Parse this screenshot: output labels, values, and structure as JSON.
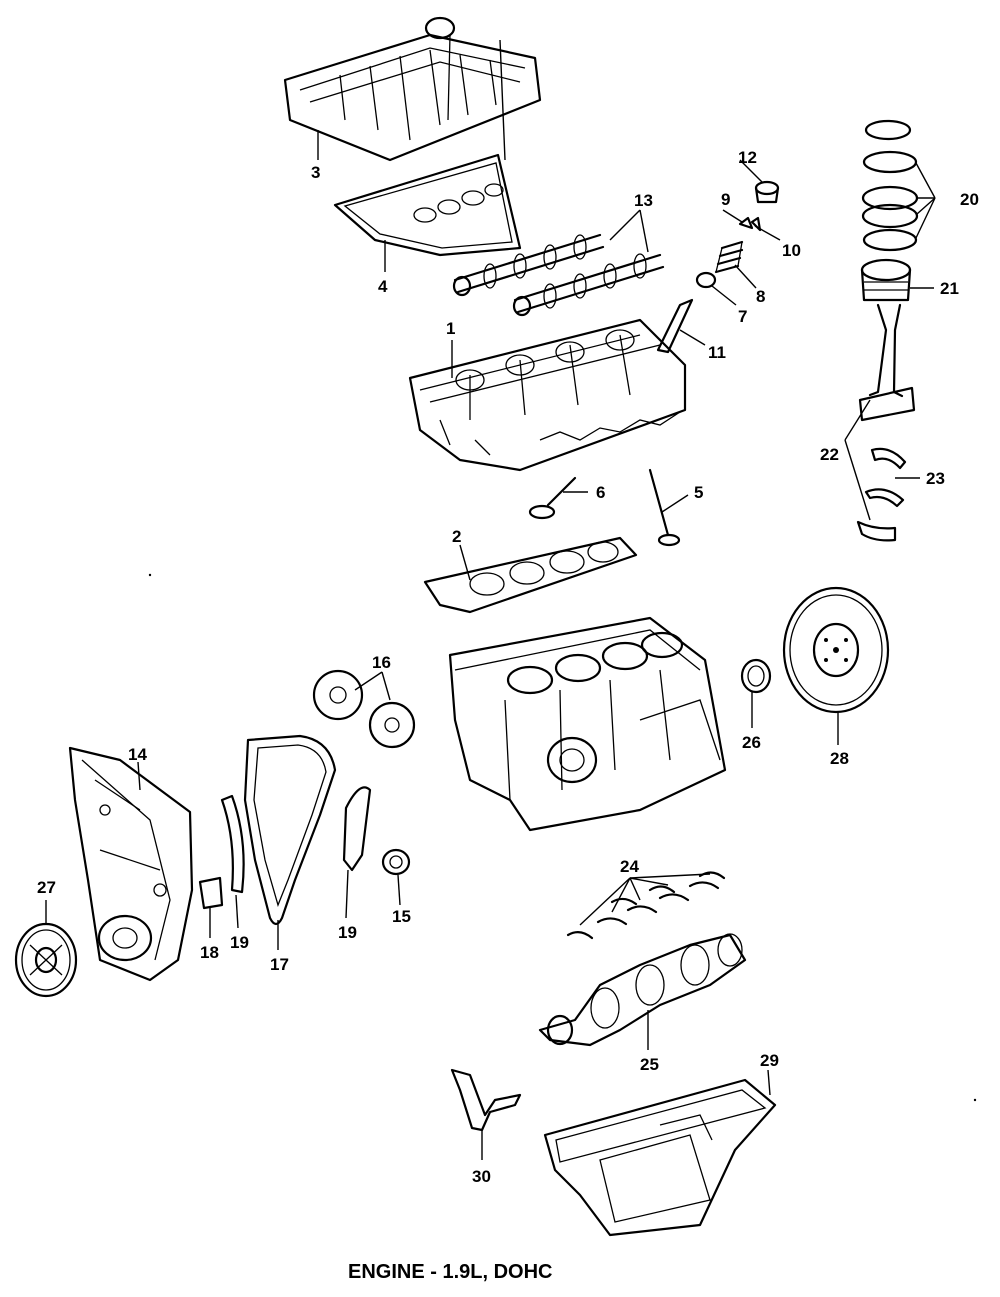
{
  "caption": "ENGINE - 1.9L, DOHC",
  "callouts": {
    "c1": "1",
    "c2": "2",
    "c3": "3",
    "c4": "4",
    "c5": "5",
    "c6": "6",
    "c7": "7",
    "c8": "8",
    "c9": "9",
    "c10": "10",
    "c11": "11",
    "c12": "12",
    "c13": "13",
    "c14": "14",
    "c15": "15",
    "c16": "16",
    "c17": "17",
    "c18": "18",
    "c19a": "19",
    "c19b": "19",
    "c20": "20",
    "c21": "21",
    "c22": "22",
    "c23": "23",
    "c24": "24",
    "c25": "25",
    "c26": "26",
    "c27": "27",
    "c28": "28",
    "c29": "29",
    "c30": "30"
  }
}
